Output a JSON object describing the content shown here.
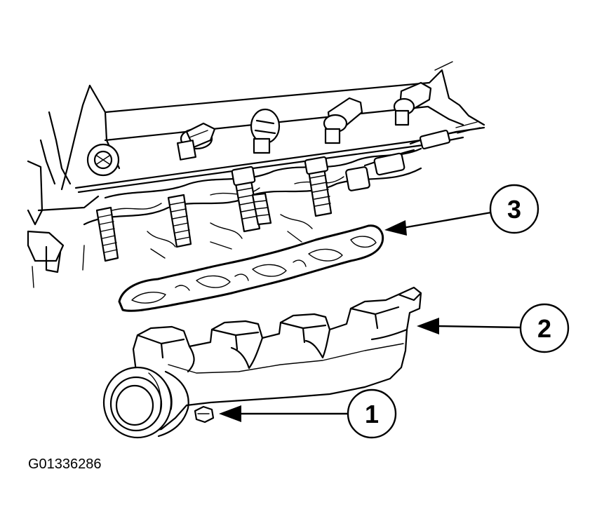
{
  "callouts": [
    {
      "id": "1",
      "label": "1"
    },
    {
      "id": "2",
      "label": "2"
    },
    {
      "id": "3",
      "label": "3"
    }
  ],
  "figure_id": "G01336286"
}
